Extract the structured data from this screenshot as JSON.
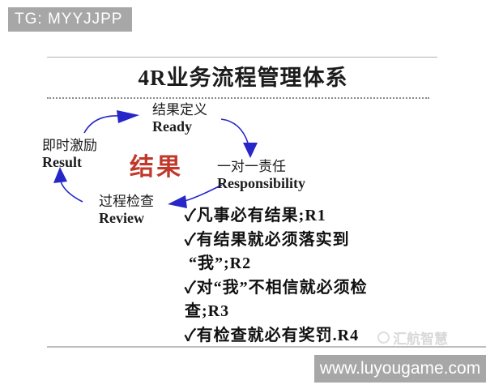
{
  "page": {
    "tg_badge": "TG: MYYJJPP",
    "watermark": "汇航智慧",
    "footer_url": "www.luyougame.com"
  },
  "slide": {
    "title": "4R业务流程管理体系"
  },
  "cycle": {
    "center": "结果",
    "nodes": [
      {
        "zh": "结果定义",
        "en": "Ready"
      },
      {
        "zh": "一对一责任",
        "en": "Responsibility"
      },
      {
        "zh": "过程检查",
        "en": "Review"
      },
      {
        "zh": "即时激励",
        "en": "Result"
      }
    ]
  },
  "checklist": {
    "lines": [
      "✓凡事必有结果;R1",
      "✓有结果就必须落实到",
      "“我”;R2",
      "✓对“我”不相信就必须检",
      "查;R3",
      "✓有检查就必有奖罚.R4"
    ]
  },
  "colors": {
    "accent_red": "#c0392b",
    "arrow_blue": "#2626c9",
    "bar_gray": "#a7a7a7",
    "watermark_gray": "#d9d9d9"
  }
}
